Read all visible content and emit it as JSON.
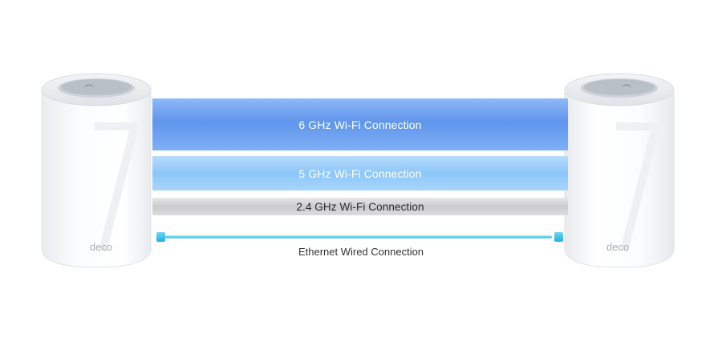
{
  "connections": {
    "band_6ghz": "6 GHz Wi-Fi Connection",
    "band_5ghz": "5 GHz Wi-Fi Connection",
    "band_24ghz": "2.4 GHz Wi-Fi Connection",
    "ethernet": "Ethernet Wired Connection"
  },
  "device": {
    "brand": "deco",
    "model_mark": "7"
  },
  "colors": {
    "band_6ghz": "#6b9ff0",
    "band_5ghz": "#98cdf9",
    "band_24ghz": "#d2d2d5",
    "ethernet_cable": "#3fc8ec"
  }
}
